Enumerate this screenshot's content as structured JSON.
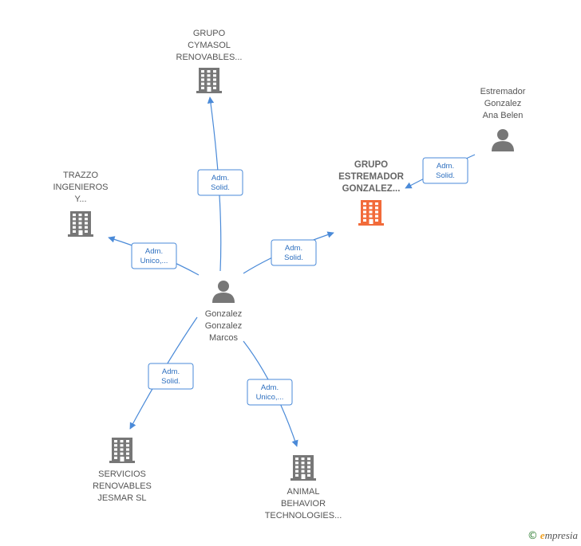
{
  "colors": {
    "edge": "#4a8ad8",
    "icon_gray": "#777777",
    "icon_highlight": "#f26b3a",
    "brand": "#2e7d32"
  },
  "nodes": [
    {
      "id": "grupo-cymasol",
      "type": "company",
      "label": [
        "GRUPO",
        "CYMASOL",
        "RENOVABLES..."
      ],
      "highlight": false
    },
    {
      "id": "estremador-ana",
      "type": "person",
      "label": [
        "Estremador",
        "Gonzalez",
        "Ana Belen"
      ],
      "highlight": false
    },
    {
      "id": "trazzo",
      "type": "company",
      "label": [
        "TRAZZO",
        "INGENIEROS",
        "Y..."
      ],
      "highlight": false
    },
    {
      "id": "grupo-estremador",
      "type": "company",
      "label": [
        "GRUPO",
        "ESTREMADOR",
        "GONZALEZ..."
      ],
      "highlight": true
    },
    {
      "id": "gonzalez-marcos",
      "type": "person",
      "label": [
        "Gonzalez",
        "Gonzalez",
        "Marcos"
      ],
      "highlight": false
    },
    {
      "id": "servicios-jesmar",
      "type": "company",
      "label": [
        "SERVICIOS",
        "RENOVABLES",
        "JESMAR  SL"
      ],
      "highlight": false
    },
    {
      "id": "animal-behavior",
      "type": "company",
      "label": [
        "ANIMAL",
        "BEHAVIOR",
        "TECHNOLOGIES..."
      ],
      "highlight": false
    }
  ],
  "edges": [
    {
      "from": "gonzalez-marcos",
      "to": "grupo-cymasol",
      "label": [
        "Adm.",
        "Solid."
      ]
    },
    {
      "from": "gonzalez-marcos",
      "to": "trazzo",
      "label": [
        "Adm.",
        "Unico,..."
      ]
    },
    {
      "from": "gonzalez-marcos",
      "to": "grupo-estremador",
      "label": [
        "Adm.",
        "Solid."
      ]
    },
    {
      "from": "estremador-ana",
      "to": "grupo-estremador",
      "label": [
        "Adm.",
        "Solid."
      ]
    },
    {
      "from": "gonzalez-marcos",
      "to": "servicios-jesmar",
      "label": [
        "Adm.",
        "Solid."
      ]
    },
    {
      "from": "gonzalez-marcos",
      "to": "animal-behavior",
      "label": [
        "Adm.",
        "Unico,..."
      ]
    }
  ],
  "footer": {
    "copyright_symbol": "©",
    "brand_initial": "e",
    "brand_rest": "mpresia"
  }
}
